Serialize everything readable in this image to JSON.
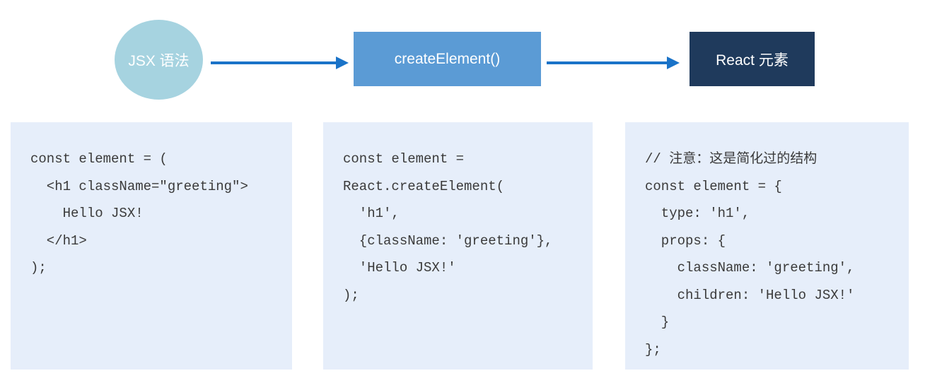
{
  "diagram": {
    "flow": {
      "nodes": [
        {
          "id": "jsx-syntax",
          "label": "JSX 语法",
          "shape": "circle",
          "color": "#a6d3e0"
        },
        {
          "id": "create-element",
          "label": "createElement()",
          "shape": "rect",
          "color": "#5b9bd5"
        },
        {
          "id": "react-element",
          "label": "React 元素",
          "shape": "rect",
          "color": "#1f3a5c"
        }
      ],
      "arrow_color": "#1a73c8"
    },
    "code_blocks": [
      {
        "id": "jsx-source",
        "lines": [
          "const element = (",
          "  <h1 className=\"greeting\">",
          "    Hello JSX!",
          "  </h1>",
          ");"
        ]
      },
      {
        "id": "create-element-call",
        "lines": [
          "const element =",
          "React.createElement(",
          "  'h1',",
          "  {className: 'greeting'},",
          "  'Hello JSX!'",
          ");"
        ]
      },
      {
        "id": "react-element-object",
        "lines": [
          "// 注意：这是简化过的结构",
          "const element = {",
          "  type: 'h1',",
          "  props: {",
          "    className: 'greeting',",
          "    children: 'Hello JSX!'",
          "  }",
          "};"
        ]
      }
    ],
    "colors": {
      "code_background": "#e6eefa",
      "code_text": "#3a3a3a",
      "shape_text": "#ffffff"
    }
  }
}
